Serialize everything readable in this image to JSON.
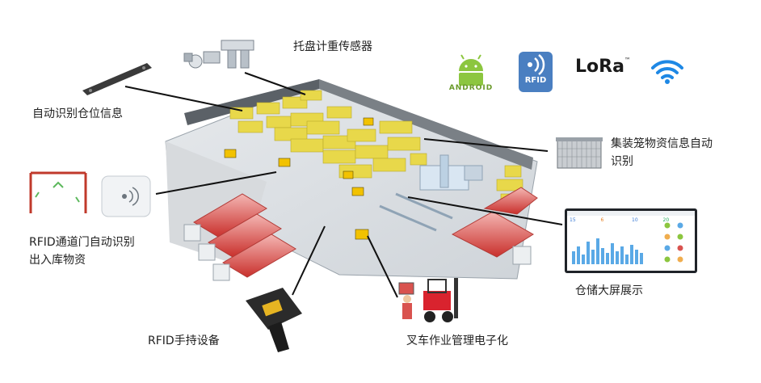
{
  "labels": {
    "pallet_weighing_sensor": "托盘计重传感器",
    "auto_identify_location_line1": "自动识别仓位信息",
    "container_cage_line1": "集装笼物资信息自动",
    "container_cage_line2": "识别",
    "rfid_gate_line1": "RFID通道门自动识别",
    "rfid_gate_line2": "出入库物资",
    "warehouse_big_screen": "仓储大屏展示",
    "rfid_handheld": "RFID手持设备",
    "forklift_electronic_management": "叉车作业管理电子化"
  },
  "tech_logos": {
    "android": "ANDROID",
    "rfid": "RFID",
    "lora": "LoRa",
    "lora_mark": "™"
  },
  "dashboard": {
    "header": "",
    "kpis": [
      "15",
      "6",
      "10",
      "20"
    ]
  },
  "colors": {
    "android_green": "#8cc63f",
    "rfid_blue": "#4a7fc1",
    "lora_dark": "#1a1a1a",
    "wifi_blue": "#1e88e5",
    "cargo_yellow": "#e8d84a",
    "truck_red": "#d9534f",
    "forklift_yellow": "#f2c200"
  }
}
